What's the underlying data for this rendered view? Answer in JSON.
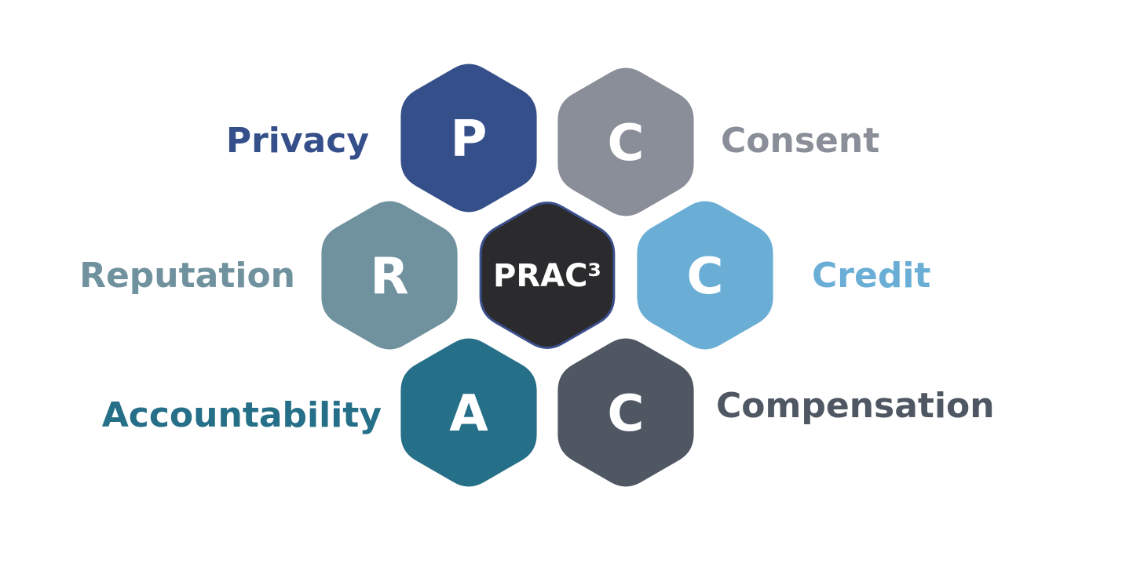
{
  "center": {
    "text": "PRAC³",
    "fill": "#2b2b2d",
    "stroke": "#3a4f8c"
  },
  "hexes": [
    {
      "id": "privacy",
      "letter": "P",
      "label": "Privacy",
      "color": "#354f8a"
    },
    {
      "id": "consent",
      "letter": "C",
      "label": "Consent",
      "color": "#8a8e98"
    },
    {
      "id": "reputation",
      "letter": "R",
      "label": "Reputation",
      "color": "#70929e"
    },
    {
      "id": "credit",
      "letter": "C",
      "label": "Credit",
      "color": "#6aaed6"
    },
    {
      "id": "accountability",
      "letter": "A",
      "label": "Accountability",
      "color": "#266f88"
    },
    {
      "id": "compensation",
      "letter": "C",
      "label": "Compensation",
      "color": "#4f5763"
    }
  ]
}
